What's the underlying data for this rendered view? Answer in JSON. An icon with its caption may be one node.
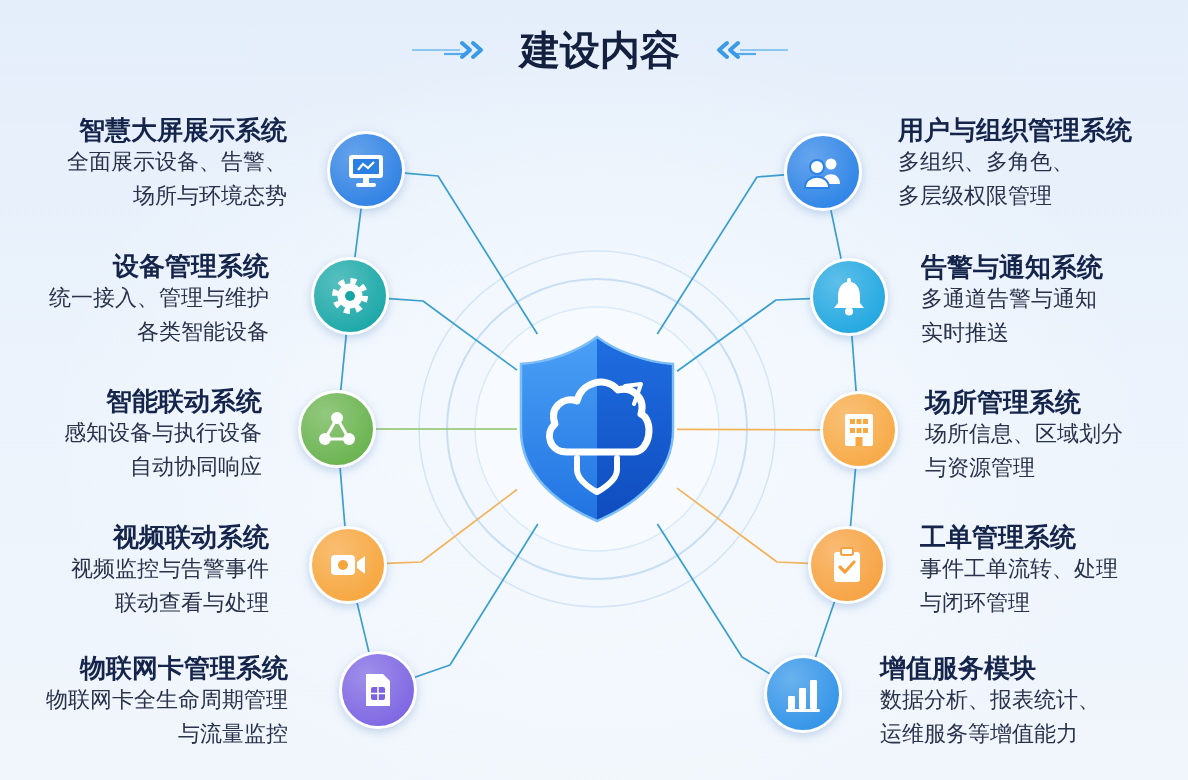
{
  "diagram": {
    "title": "建设内容",
    "nodes": [
      {
        "text": [],
        "shape": "shield"
      },
      {
        "text": [
          "智慧大屏展示系统",
          "全面展示设备、告警、场所与环境态势"
        ]
      },
      {
        "text": [
          "设备管理系统",
          "统一接入、管理与维护各类智能设备"
        ]
      },
      {
        "text": [
          "智能联动系统",
          "感知设备与执行设备自动协同响应"
        ]
      },
      {
        "text": [
          "视频联动系统",
          "视频监控与告警事件联动查看与处理"
        ]
      },
      {
        "text": [
          "物联网卡管理系统",
          "物联网卡全生命周期管理与流量监控"
        ]
      },
      {
        "text": [
          "用户与组织管理系统",
          "多组织、多角色、多层级权限管理"
        ]
      },
      {
        "text": [
          "告警与通知系统",
          "多通道告警与通知实时推送"
        ]
      },
      {
        "text": [
          "场所管理系统",
          "场所信息、区域划分与资源管理"
        ]
      },
      {
        "text": [
          "工单管理系统",
          "事件工单流转、处理与闭环管理"
        ]
      },
      {
        "text": [
          "增值服务模块",
          "数据分析、报表统计、运维服务等增值能力"
        ]
      }
    ],
    "edges": [
      {
        "from": 1,
        "to": 0,
        "arrow": "none"
      },
      {
        "from": 2,
        "to": 0,
        "arrow": "none"
      },
      {
        "from": 3,
        "to": 0,
        "arrow": "none",
        "color": "#8cc36a"
      },
      {
        "from": 4,
        "to": 0,
        "arrow": "none",
        "color": "#f2b35c"
      },
      {
        "from": 5,
        "to": 0,
        "arrow": "none"
      },
      {
        "from": 6,
        "to": 0,
        "arrow": "none"
      },
      {
        "from": 7,
        "to": 0,
        "arrow": "none"
      },
      {
        "from": 8,
        "to": 0,
        "arrow": "none",
        "color": "#f2b35c"
      },
      {
        "from": 9,
        "to": 0,
        "arrow": "none",
        "color": "#f2b35c"
      },
      {
        "from": 10,
        "to": 0,
        "arrow": "none"
      },
      {
        "from": 1,
        "to": 2,
        "arrow": "none"
      },
      {
        "from": 2,
        "to": 3,
        "arrow": "none"
      },
      {
        "from": 3,
        "to": 4,
        "arrow": "none"
      },
      {
        "from": 4,
        "to": 5,
        "arrow": "none"
      },
      {
        "from": 6,
        "to": 7,
        "arrow": "none"
      },
      {
        "from": 7,
        "to": 8,
        "arrow": "none"
      },
      {
        "from": 8,
        "to": 9,
        "arrow": "none"
      },
      {
        "from": 9,
        "to": 10,
        "arrow": "none"
      }
    ]
  }
}
